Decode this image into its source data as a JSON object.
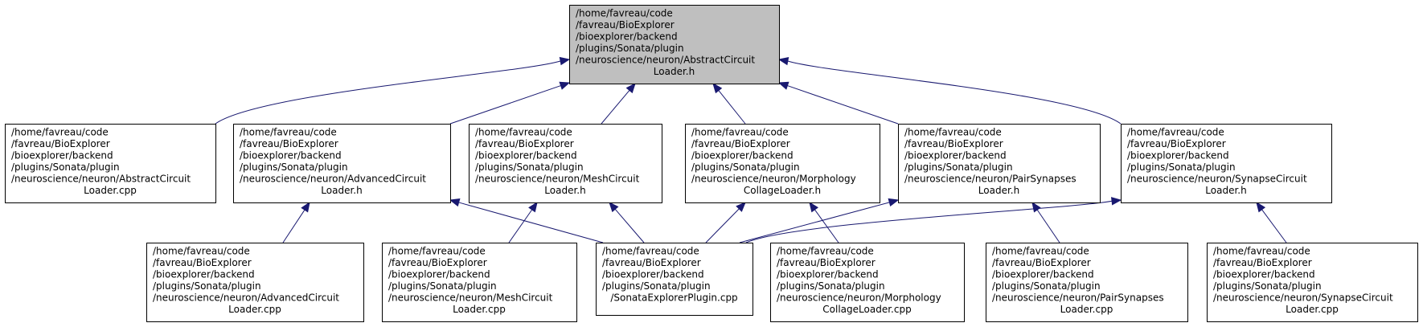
{
  "colors": {
    "root_fill": "#bfbfbf",
    "node_fill": "#ffffff",
    "edge": "#191970"
  },
  "nodes": [
    {
      "id": "root",
      "root": true,
      "lines": [
        "/home/favreau/code",
        "/favreau/BioExplorer",
        "/bioexplorer/backend",
        "/plugins/Sonata/plugin",
        "/neuroscience/neuron/AbstractCircuit",
        "Loader.h"
      ]
    },
    {
      "id": "abstract_cpp",
      "lines": [
        "/home/favreau/code",
        "/favreau/BioExplorer",
        "/bioexplorer/backend",
        "/plugins/Sonata/plugin",
        "/neuroscience/neuron/AbstractCircuit",
        "Loader.cpp"
      ]
    },
    {
      "id": "advanced_h",
      "lines": [
        "/home/favreau/code",
        "/favreau/BioExplorer",
        "/bioexplorer/backend",
        "/plugins/Sonata/plugin",
        "/neuroscience/neuron/AdvancedCircuit",
        "Loader.h"
      ]
    },
    {
      "id": "mesh_h",
      "lines": [
        "/home/favreau/code",
        "/favreau/BioExplorer",
        "/bioexplorer/backend",
        "/plugins/Sonata/plugin",
        "/neuroscience/neuron/MeshCircuit",
        "Loader.h"
      ]
    },
    {
      "id": "morph_h",
      "lines": [
        "/home/favreau/code",
        "/favreau/BioExplorer",
        "/bioexplorer/backend",
        "/plugins/Sonata/plugin",
        "/neuroscience/neuron/Morphology",
        "CollageLoader.h"
      ]
    },
    {
      "id": "pair_h",
      "lines": [
        "/home/favreau/code",
        "/favreau/BioExplorer",
        "/bioexplorer/backend",
        "/plugins/Sonata/plugin",
        "/neuroscience/neuron/PairSynapses",
        "Loader.h"
      ]
    },
    {
      "id": "synapse_h",
      "lines": [
        "/home/favreau/code",
        "/favreau/BioExplorer",
        "/bioexplorer/backend",
        "/plugins/Sonata/plugin",
        "/neuroscience/neuron/SynapseCircuit",
        "Loader.h"
      ]
    },
    {
      "id": "advanced_cpp",
      "lines": [
        "/home/favreau/code",
        "/favreau/BioExplorer",
        "/bioexplorer/backend",
        "/plugins/Sonata/plugin",
        "/neuroscience/neuron/AdvancedCircuit",
        "Loader.cpp"
      ]
    },
    {
      "id": "mesh_cpp",
      "lines": [
        "/home/favreau/code",
        "/favreau/BioExplorer",
        "/bioexplorer/backend",
        "/plugins/Sonata/plugin",
        "/neuroscience/neuron/MeshCircuit",
        "Loader.cpp"
      ]
    },
    {
      "id": "plugin_cpp",
      "lines": [
        "/home/favreau/code",
        "/favreau/BioExplorer",
        "/bioexplorer/backend",
        "/plugins/Sonata/plugin",
        "/SonataExplorerPlugin.cpp"
      ]
    },
    {
      "id": "morph_cpp",
      "lines": [
        "/home/favreau/code",
        "/favreau/BioExplorer",
        "/bioexplorer/backend",
        "/plugins/Sonata/plugin",
        "/neuroscience/neuron/Morphology",
        "CollageLoader.cpp"
      ]
    },
    {
      "id": "pair_cpp",
      "lines": [
        "/home/favreau/code",
        "/favreau/BioExplorer",
        "/bioexplorer/backend",
        "/plugins/Sonata/plugin",
        "/neuroscience/neuron/PairSynapses",
        "Loader.cpp"
      ]
    },
    {
      "id": "synapse_cpp",
      "lines": [
        "/home/favreau/code",
        "/favreau/BioExplorer",
        "/bioexplorer/backend",
        "/plugins/Sonata/plugin",
        "/neuroscience/neuron/SynapseCircuit",
        "Loader.cpp"
      ]
    }
  ],
  "edges": [
    {
      "from": "abstract_cpp",
      "to": "root"
    },
    {
      "from": "advanced_h",
      "to": "root"
    },
    {
      "from": "mesh_h",
      "to": "root"
    },
    {
      "from": "morph_h",
      "to": "root"
    },
    {
      "from": "pair_h",
      "to": "root"
    },
    {
      "from": "synapse_h",
      "to": "root"
    },
    {
      "from": "advanced_cpp",
      "to": "advanced_h"
    },
    {
      "from": "plugin_cpp",
      "to": "advanced_h"
    },
    {
      "from": "mesh_cpp",
      "to": "mesh_h"
    },
    {
      "from": "plugin_cpp",
      "to": "mesh_h"
    },
    {
      "from": "plugin_cpp",
      "to": "morph_h"
    },
    {
      "from": "morph_cpp",
      "to": "morph_h"
    },
    {
      "from": "plugin_cpp",
      "to": "pair_h"
    },
    {
      "from": "pair_cpp",
      "to": "pair_h"
    },
    {
      "from": "plugin_cpp",
      "to": "synapse_h"
    },
    {
      "from": "synapse_cpp",
      "to": "synapse_h"
    }
  ]
}
